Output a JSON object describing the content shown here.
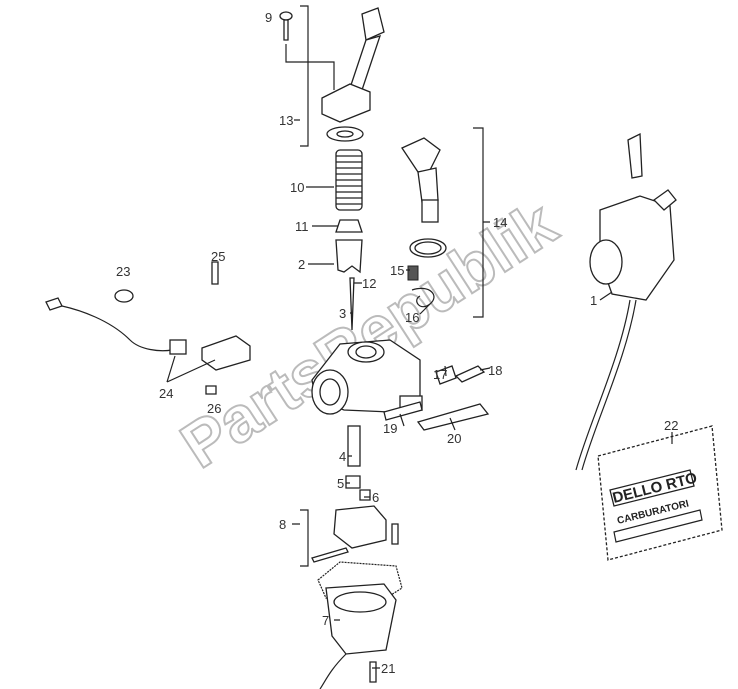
{
  "labels": {
    "p1": "1",
    "p2": "2",
    "p3": "3",
    "p4": "4",
    "p5": "5",
    "p6": "6",
    "p7": "7",
    "p8": "8",
    "p9": "9",
    "p10": "10",
    "p11": "11",
    "p12": "12",
    "p13": "13",
    "p14": "14",
    "p15": "15",
    "p16": "16",
    "p17": "17",
    "p18": "18",
    "p19": "19",
    "p20": "20",
    "p21": "21",
    "p22": "22",
    "p23": "23",
    "p24": "24",
    "p25": "25",
    "p26": "26"
  },
  "bag": {
    "brand": "DELLO RTO",
    "subtitle": "CARBURATORI"
  },
  "watermark": "PartsRepublik"
}
